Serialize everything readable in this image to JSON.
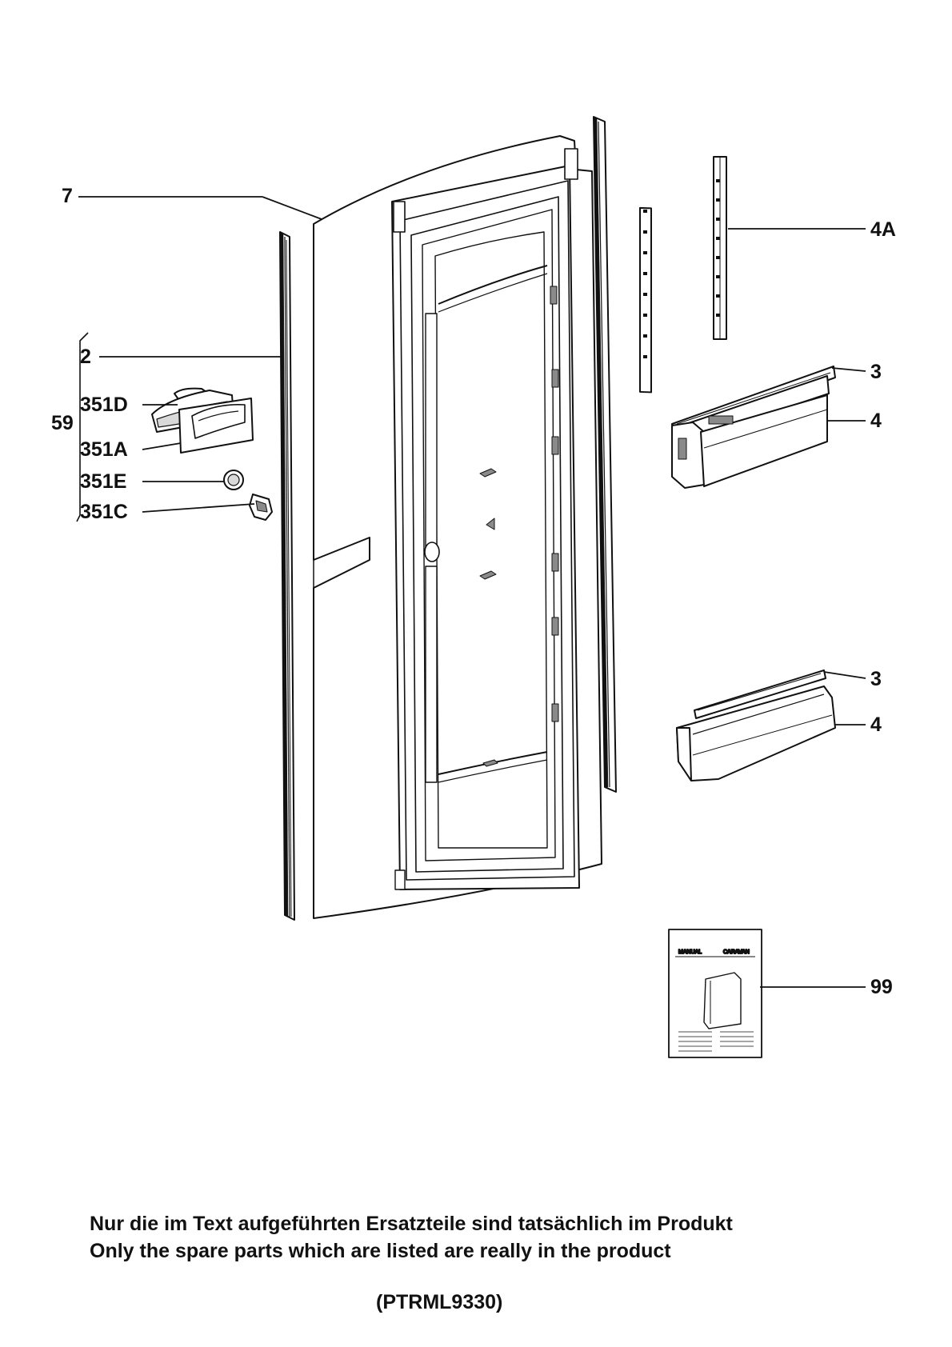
{
  "labels": {
    "l7": "7",
    "l4A": "4A",
    "l2": "2",
    "l59": "59",
    "l351D": "351D",
    "l351A": "351A",
    "l351E": "351E",
    "l351C": "351C",
    "l3_top": "3",
    "l4_top": "4",
    "l3_bottom": "3",
    "l4_bottom": "4",
    "l99": "99"
  },
  "manual": {
    "left_caption": "MANUAL",
    "right_caption": "CARAVAN"
  },
  "footer": {
    "line_de": "Nur die im Text aufgeführten Ersatzteile sind tatsächlich im Produkt",
    "line_en": "Only the spare parts which are listed are really in the product",
    "code": "(PTRML9330)"
  },
  "colors": {
    "ink": "#111111",
    "part_fill": "#ffffff",
    "shade": "#d9d9d9",
    "dark_shade": "#8a8a8a"
  }
}
